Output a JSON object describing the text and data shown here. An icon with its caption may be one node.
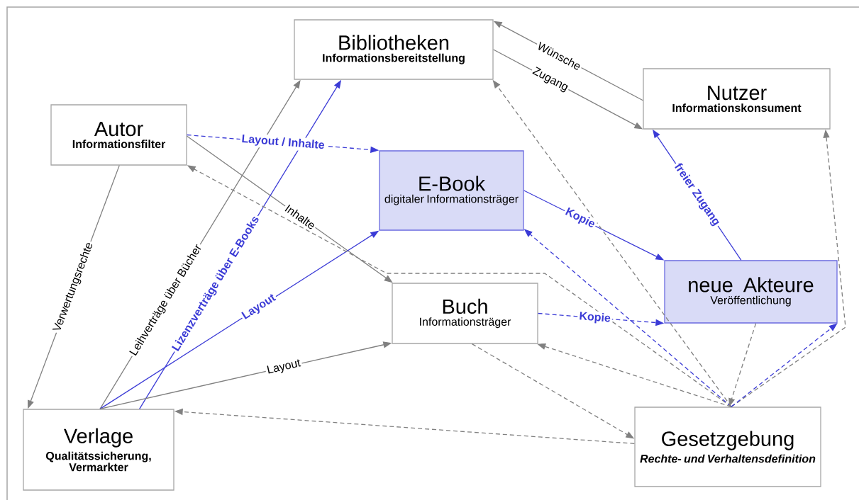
{
  "diagram": {
    "nodes": [
      {
        "text": [
          "Bibliotheken",
          "Informationsbereitstellung"
        ]
      },
      {
        "text": [
          "Autor",
          "Informationsfilter"
        ]
      },
      {
        "text": [
          "Nutzer",
          "Informationskonsument"
        ]
      },
      {
        "text": [
          "E-Book",
          "digitaler Informationsträger"
        ]
      },
      {
        "text": [
          "neue Akteure",
          "Veröffentlichung"
        ]
      },
      {
        "text": [
          "Buch",
          "Informationsträger"
        ]
      },
      {
        "text": [
          "Verlage",
          "Qualitätssicherung, Vermarkter"
        ]
      },
      {
        "text": [
          "Gesetzgebung",
          "Rechte- und Verhaltensdefinition"
        ]
      }
    ],
    "edges": [
      {
        "from": 1,
        "to": 3,
        "arrow": "to",
        "label": "Layout / Inhalte",
        "style": "dashed",
        "color": "#3b3bd6"
      },
      {
        "from": 1,
        "to": 5,
        "arrow": "to",
        "label": "Inhalte"
      },
      {
        "from": 1,
        "to": 6,
        "arrow": "to",
        "label": "Verwertungsrechte"
      },
      {
        "from": 6,
        "to": 0,
        "arrow": "to",
        "label": "Leihverträge über Bücher"
      },
      {
        "from": 6,
        "to": 0,
        "arrow": "to",
        "label": "Lizenzverträge über E-Books",
        "color": "#3b3bd6"
      },
      {
        "from": 6,
        "to": 3,
        "arrow": "to",
        "label": "Layout",
        "color": "#3b3bd6"
      },
      {
        "from": 6,
        "to": 5,
        "arrow": "to",
        "label": "Layout"
      },
      {
        "from": 2,
        "to": 0,
        "arrow": "to",
        "label": "Wünsche"
      },
      {
        "from": 0,
        "to": 2,
        "arrow": "to",
        "label": "Zugang"
      },
      {
        "from": 4,
        "to": 2,
        "arrow": "to",
        "label": "freier Zugang",
        "color": "#3b3bd6"
      },
      {
        "from": 3,
        "to": 4,
        "arrow": "to",
        "label": "Kopie",
        "color": "#3b3bd6"
      },
      {
        "from": 5,
        "to": 4,
        "arrow": "to",
        "label": "Kopie",
        "style": "dashed",
        "color": "#3b3bd6"
      },
      {
        "from": 7,
        "to": 1,
        "arrow": "to",
        "style": "dashed"
      },
      {
        "from": 7,
        "to": 0,
        "arrow": "to",
        "style": "dashed"
      },
      {
        "from": 7,
        "to": 3,
        "arrow": "to",
        "style": "dashed",
        "color": "#3b3bd6"
      },
      {
        "from": 7,
        "to": 2,
        "arrow": "to",
        "style": "dashed"
      },
      {
        "from": 7,
        "to": 4,
        "arrow": "to",
        "style": "dashed",
        "color": "#3b3bd6"
      },
      {
        "from": 7,
        "to": 5,
        "arrow": "to",
        "style": "dashed"
      },
      {
        "from": 7,
        "to": 6,
        "arrow": "to",
        "style": "dashed"
      },
      {
        "from": 5,
        "to": 7,
        "arrow": "to",
        "style": "dashed"
      },
      {
        "from": 4,
        "to": 7,
        "arrow": "to",
        "style": "dashed"
      }
    ]
  }
}
